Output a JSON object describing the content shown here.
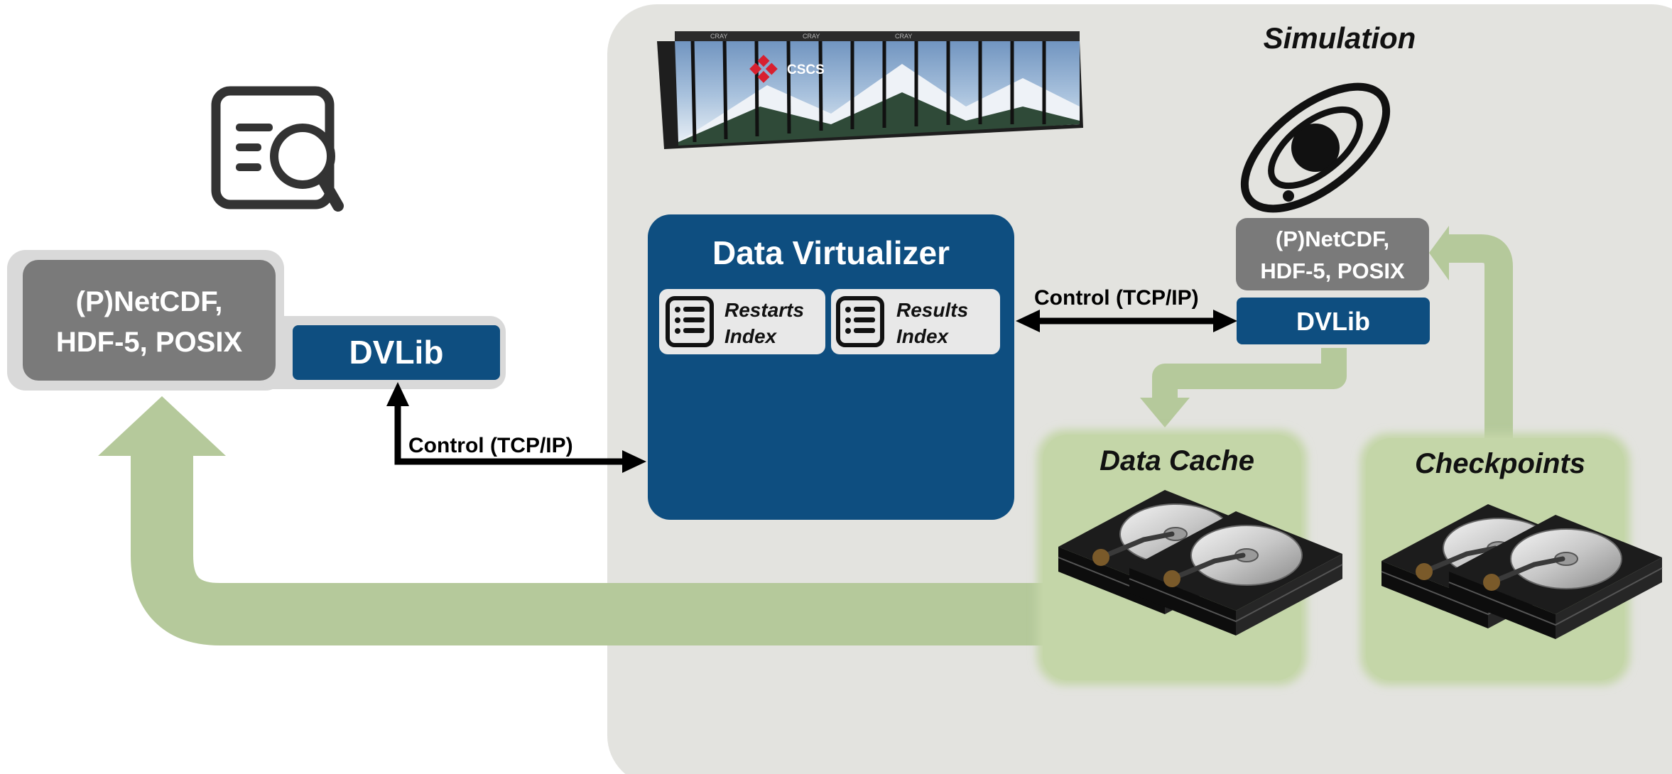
{
  "simulation_label": "Simulation",
  "server_rack_logo": "CSCS",
  "rack_brand": "CRAY",
  "client_stack": {
    "io_line1": "(P)NetCDF,",
    "io_line2": "HDF-5, POSIX",
    "dvlib": "DVLib"
  },
  "sim_stack": {
    "io_line1": "(P)NetCDF,",
    "io_line2": "HDF-5, POSIX",
    "dvlib": "DVLib"
  },
  "data_virtualizer": {
    "title": "Data Virtualizer",
    "indexes": [
      {
        "line1": "Restarts",
        "line2": "Index"
      },
      {
        "line1": "Results",
        "line2": "Index"
      }
    ]
  },
  "control_links": [
    {
      "label": "Control (TCP/IP)"
    },
    {
      "label": "Control (TCP/IP)"
    }
  ],
  "storage": [
    {
      "label": "Data Cache"
    },
    {
      "label": "Checkpoints"
    }
  ],
  "colors": {
    "region_bg": "#e3e3df",
    "dark_blue": "#0e4e80",
    "gray_box": "#7a7a7a",
    "light_panel": "#d9d9d9",
    "green_flow": "#b5c99b",
    "green_panel": "#c4d6a8"
  },
  "icons": [
    "document-search-icon",
    "orbit-icon",
    "list-icon",
    "hard-disk-icon",
    "server-rack-icon",
    "arrow-icon"
  ]
}
